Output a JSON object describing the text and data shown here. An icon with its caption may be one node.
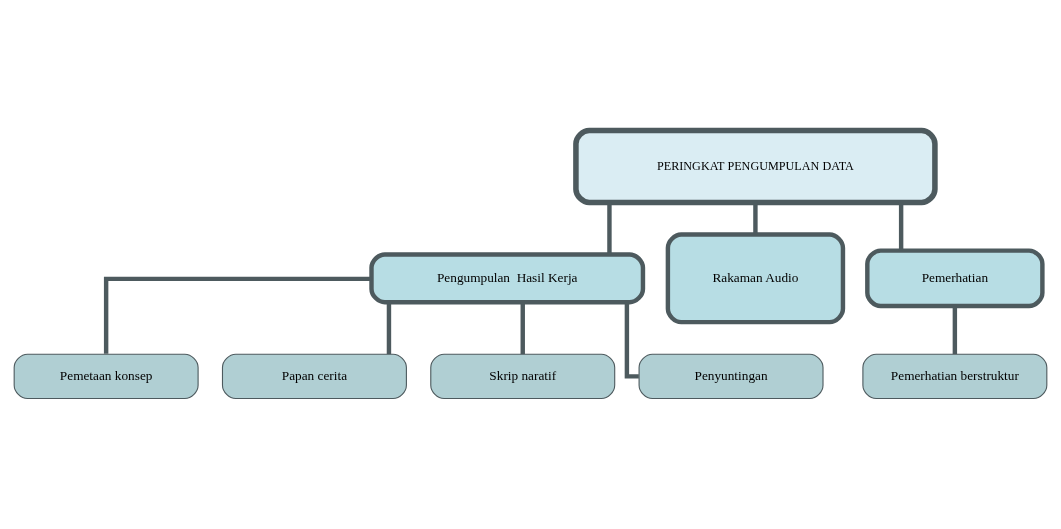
{
  "diagram": {
    "nodes": [
      {
        "text": [
          "PERINGKAT PENGUMPULAN DATA"
        ]
      },
      {
        "text": [
          "Pengumpulan  Hasil Kerja"
        ]
      },
      {
        "text": [
          "Rakaman Audio"
        ]
      },
      {
        "text": [
          "Pemerhatian"
        ]
      },
      {
        "text": [
          "Pemetaan konsep"
        ]
      },
      {
        "text": [
          "Papan cerita"
        ]
      },
      {
        "text": [
          "Skrip naratif"
        ]
      },
      {
        "text": [
          "Penyuntingan"
        ]
      },
      {
        "text": [
          "Pemerhatian berstruktur"
        ]
      }
    ],
    "edges": [
      {
        "from": 0,
        "to": 1,
        "arrow": "none"
      },
      {
        "from": 0,
        "to": 2,
        "arrow": "none"
      },
      {
        "from": 0,
        "to": 3,
        "arrow": "none"
      },
      {
        "from": 1,
        "to": 4,
        "arrow": "none"
      },
      {
        "from": 1,
        "to": 5,
        "arrow": "none"
      },
      {
        "from": 1,
        "to": 6,
        "arrow": "none"
      },
      {
        "from": 1,
        "to": 7,
        "arrow": "none"
      },
      {
        "from": 3,
        "to": 8,
        "arrow": "none"
      }
    ]
  }
}
